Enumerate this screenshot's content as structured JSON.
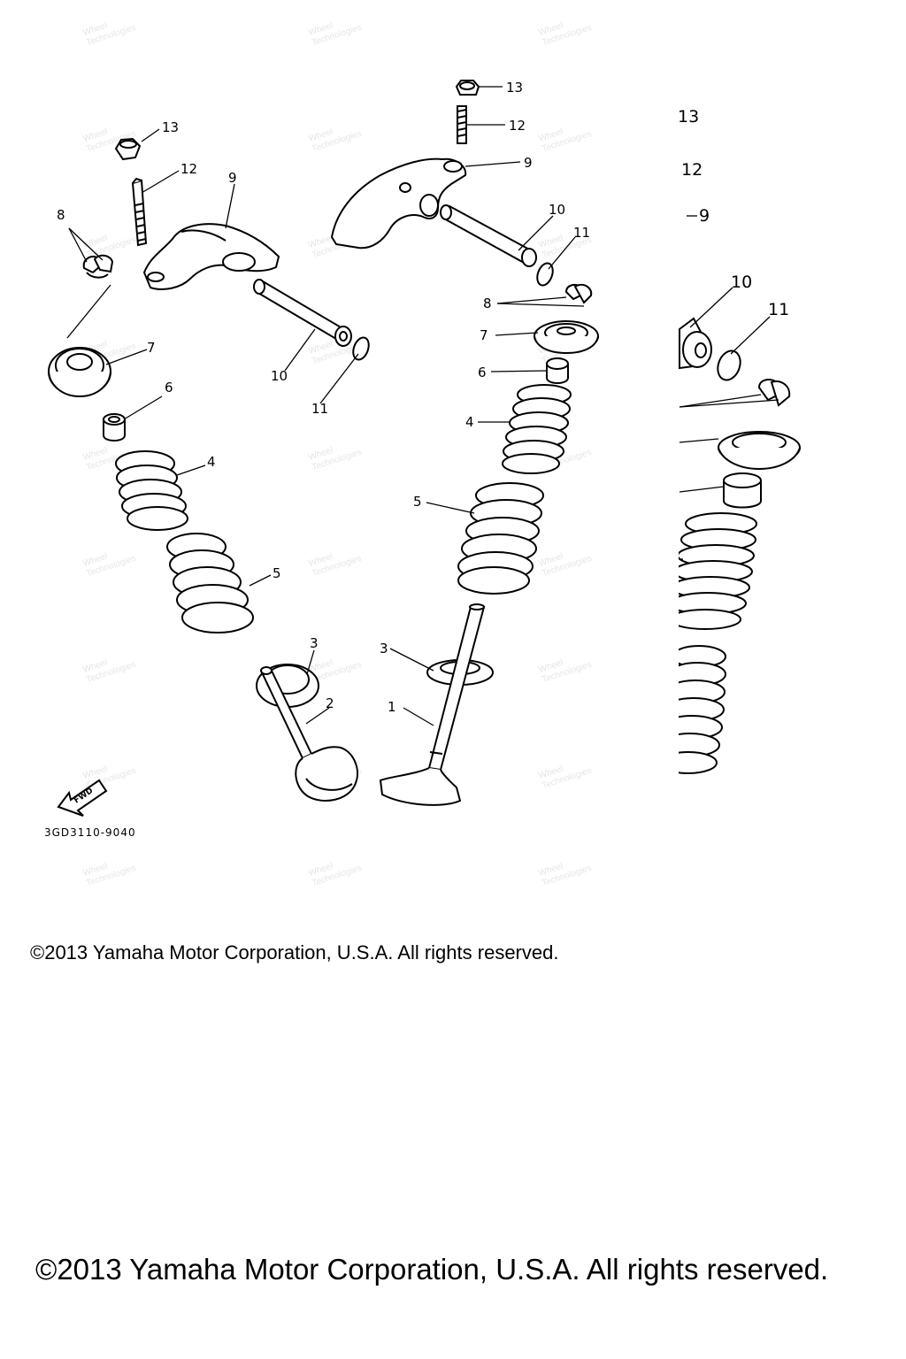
{
  "diagram": {
    "drawing_number": "3GD3110-9040",
    "fwd_label": "FWD",
    "callouts": {
      "n1": "1",
      "n2": "2",
      "n3": "3",
      "n4": "4",
      "n5": "5",
      "n6": "6",
      "n7": "7",
      "n8": "8",
      "n9": "9",
      "n10": "10",
      "n11": "11",
      "n12": "12",
      "n13": "13"
    },
    "watermark": [
      "Wheel",
      "Technologies"
    ]
  },
  "footer": {
    "copyright_small": "©2013 Yamaha Motor Corporation, U.S.A. All rights reserved.",
    "copyright_large": "©2013 Yamaha Motor Corporation, U.S.A. All rights reserved."
  }
}
